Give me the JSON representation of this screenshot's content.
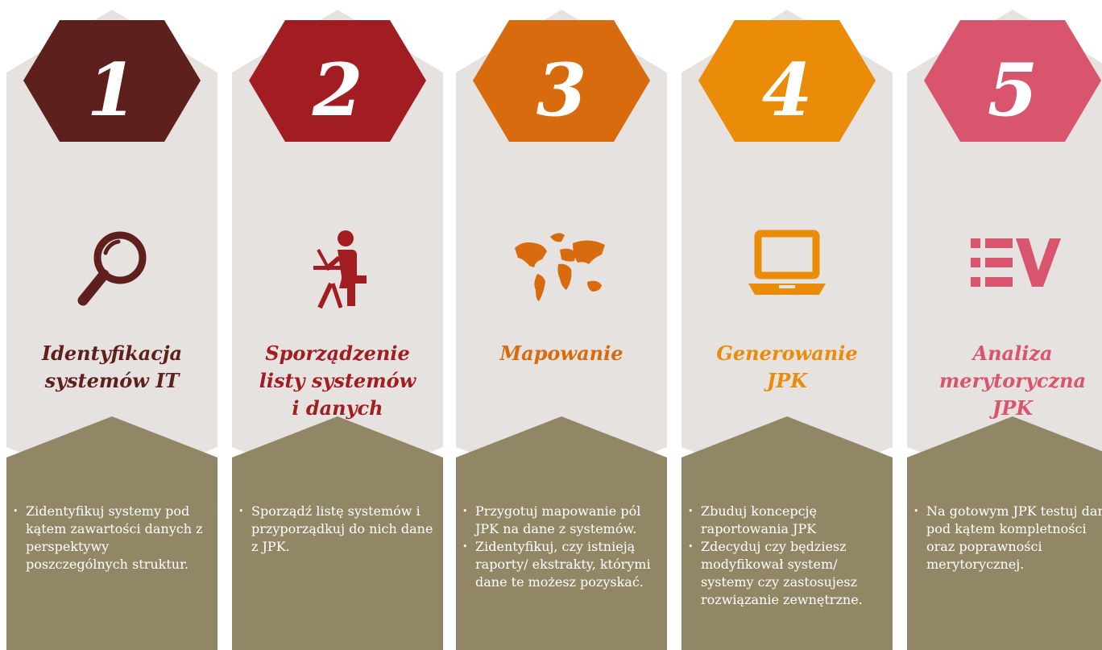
{
  "steps": [
    {
      "number": "1",
      "color": "#5e201c",
      "icon": "magnifier-icon",
      "title_lines": [
        "Identyfikacja",
        "systemów IT"
      ],
      "bullets": [
        "Zidentyfikuj systemy pod kątem zawartości danych z perspektywy poszczególnych struktur."
      ]
    },
    {
      "number": "2",
      "color": "#a21d22",
      "icon": "person-at-laptop-icon",
      "title_lines": [
        "Sporządzenie",
        "listy systemów",
        "i danych"
      ],
      "bullets": [
        "Sporządź listę systemów i przyporządkuj do nich dane z JPK."
      ]
    },
    {
      "number": "3",
      "color": "#d86b0d",
      "icon": "world-map-icon",
      "title_lines": [
        "Mapowanie"
      ],
      "bullets": [
        "Przygotuj mapowanie pól JPK na dane z systemów.",
        "Zidentyfikuj, czy istnieją raporty/ ekstrakty, którymi dane te możesz pozyskać."
      ]
    },
    {
      "number": "4",
      "color": "#ea8c08",
      "icon": "laptop-icon",
      "title_lines": [
        "Generowanie",
        "JPK"
      ],
      "bullets": [
        "Zbuduj koncepcję raportowania JPK",
        "Zdecyduj czy będziesz modyfikował system/ systemy czy zastosujesz rozwiązanie zewnętrzne."
      ]
    },
    {
      "number": "5",
      "color": "#d9556e",
      "icon": "checklist-icon",
      "title_lines": [
        "Analiza",
        "merytoryczna",
        "JPK"
      ],
      "bullets": [
        "Na gotowym JPK testuj dane pod kątem kompletności oraz poprawności merytorycznej."
      ]
    }
  ],
  "theme": {
    "panel": "#e6e2df",
    "panel_bottom": "#918766"
  }
}
